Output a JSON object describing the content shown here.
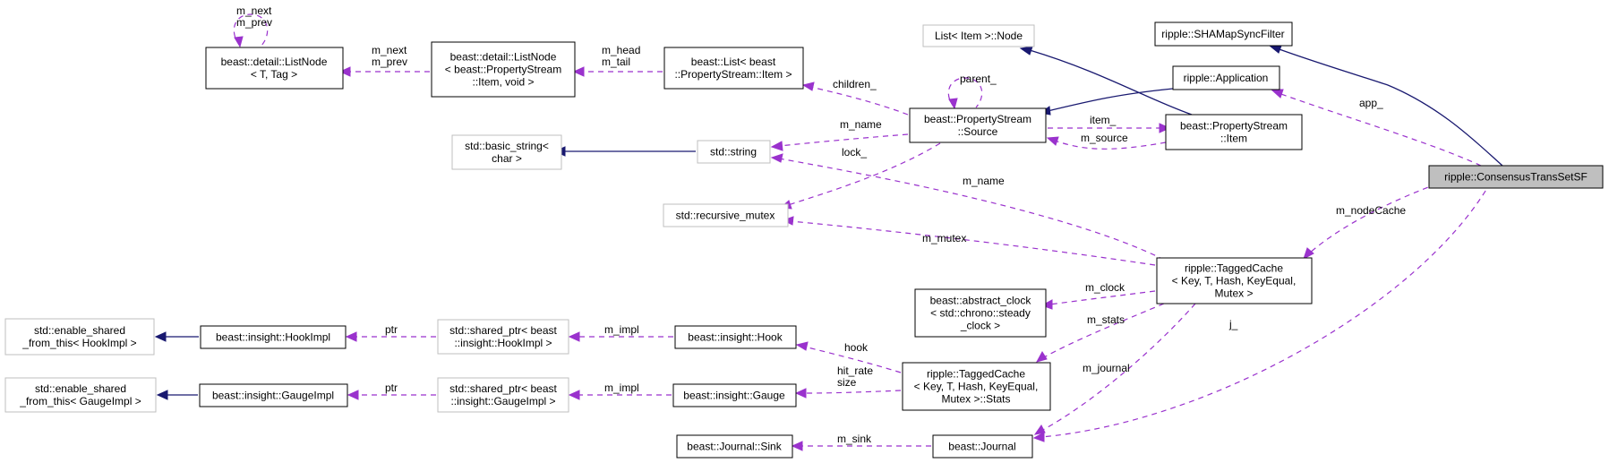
{
  "nodes": {
    "list_node_t_tag": [
      "beast::detail::ListNode",
      "< T, Tag >"
    ],
    "list_node_item_void": [
      "beast::detail::ListNode",
      "< beast::PropertyStream",
      "::Item, void >"
    ],
    "list_item": [
      "beast::List< beast",
      "::PropertyStream::Item >"
    ],
    "list_item_node": [
      "List< Item >::Node"
    ],
    "shamap_sync_filter": [
      "ripple::SHAMapSyncFilter"
    ],
    "application": [
      "ripple::Application"
    ],
    "ps_source": [
      "beast::PropertyStream",
      "::Source"
    ],
    "ps_item": [
      "beast::PropertyStream",
      "::Item"
    ],
    "basic_string": [
      "std::basic_string<",
      "char >"
    ],
    "std_string": [
      "std::string"
    ],
    "recursive_mutex": [
      "std::recursive_mutex"
    ],
    "consensus": [
      "ripple::ConsensusTransSetSF"
    ],
    "tagged_cache": [
      "ripple::TaggedCache",
      "< Key, T, Hash, KeyEqual,",
      "Mutex >"
    ],
    "abstract_clock": [
      "beast::abstract_clock",
      "< std::chrono::steady",
      "_clock >"
    ],
    "enable_shared_hook": [
      "std::enable_shared",
      "_from_this< HookImpl >"
    ],
    "hook_impl": [
      "beast::insight::HookImpl"
    ],
    "shared_ptr_hook": [
      "std::shared_ptr< beast",
      "::insight::HookImpl >"
    ],
    "insight_hook": [
      "beast::insight::Hook"
    ],
    "tagged_cache_stats": [
      "ripple::TaggedCache",
      "< Key, T, Hash, KeyEqual,",
      "Mutex >::Stats"
    ],
    "enable_shared_gauge": [
      "std::enable_shared",
      "_from_this< GaugeImpl >"
    ],
    "gauge_impl": [
      "beast::insight::GaugeImpl"
    ],
    "shared_ptr_gauge": [
      "std::shared_ptr< beast",
      "::insight::GaugeImpl >"
    ],
    "insight_gauge": [
      "beast::insight::Gauge"
    ],
    "journal_sink": [
      "beast::Journal::Sink"
    ],
    "journal": [
      "beast::Journal"
    ]
  },
  "edge_labels": {
    "self_loop": [
      "m_next",
      "m_prev"
    ],
    "list_node_link": [
      "m_next",
      "m_prev"
    ],
    "head_tail": [
      "m_head",
      "m_tail"
    ],
    "children": [
      "children_"
    ],
    "parent": [
      "parent_"
    ],
    "app": [
      "app_"
    ],
    "item": [
      "item_"
    ],
    "source": [
      "m_source"
    ],
    "ps_name": [
      "m_name"
    ],
    "lock": [
      "lock_"
    ],
    "tc_name": [
      "m_name"
    ],
    "mutex": [
      "m_mutex"
    ],
    "node_cache": [
      "m_nodeCache"
    ],
    "clock": [
      "m_clock"
    ],
    "stats": [
      "m_stats"
    ],
    "journal_j": [
      "j_"
    ],
    "journal_m": [
      "m_journal"
    ],
    "hook_ptr": [
      "ptr"
    ],
    "hook_impl_link": [
      "m_impl"
    ],
    "hook": [
      "hook"
    ],
    "hitrate_size": [
      "hit_rate",
      "size"
    ],
    "gauge_ptr": [
      "ptr"
    ],
    "gauge_impl_link": [
      "m_impl"
    ],
    "sink": [
      "m_sink"
    ]
  }
}
